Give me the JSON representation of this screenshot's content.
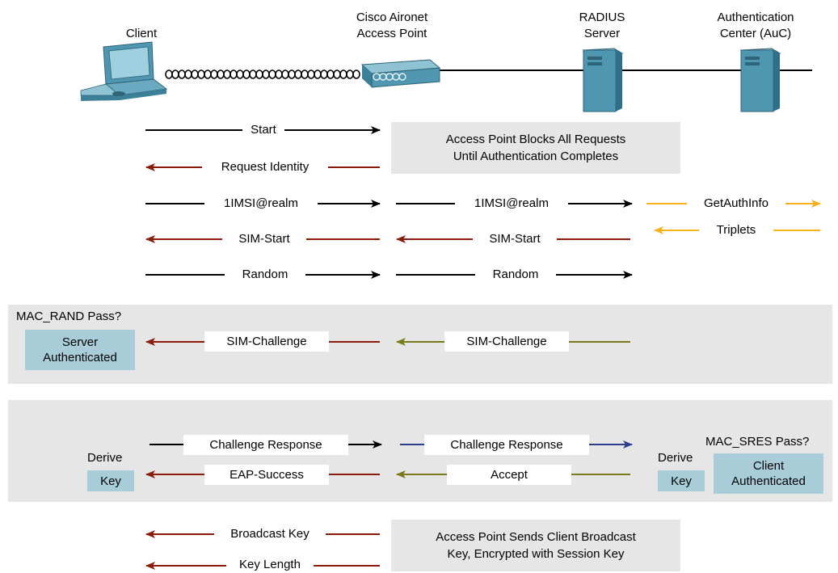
{
  "header": {
    "client": "Client",
    "ap_line1": "Cisco Aironet",
    "ap_line2": "Access Point",
    "radius_line1": "RADIUS",
    "radius_line2": "Server",
    "auc_line1": "Authentication",
    "auc_line2": "Center (AuC)"
  },
  "notes": {
    "block_line1": "Access Point Blocks All Requests",
    "block_line2": "Until Authentication Completes",
    "broadcast_line1": "Access Point Sends Client Broadcast",
    "broadcast_line2": "Key, Encrypted with Session Key"
  },
  "messages": {
    "start": "Start",
    "request_identity": "Request Identity",
    "imsi_client": "1IMSI@realm",
    "imsi_radius": "1IMSI@realm",
    "get_auth_info": "GetAuthInfo",
    "triplets": "Triplets",
    "sim_start_client": "SIM-Start",
    "sim_start_radius": "SIM-Start",
    "random_client": "Random",
    "random_radius": "Random",
    "sim_challenge_client": "SIM-Challenge",
    "sim_challenge_radius": "SIM-Challenge",
    "challenge_response_client": "Challenge Response",
    "challenge_response_radius": "Challenge Response",
    "eap_success": "EAP-Success",
    "accept": "Accept",
    "broadcast_key": "Broadcast Key",
    "key_length": "Key Length"
  },
  "checks": {
    "mac_rand": "MAC_RAND Pass?",
    "server_auth_line1": "Server",
    "server_auth_line2": "Authenticated",
    "derive_client": "Derive",
    "key_client": "Key",
    "derive_server": "Derive",
    "key_server": "Key",
    "mac_sres": "MAC_SRES Pass?",
    "client_auth_line1": "Client",
    "client_auth_line2": "Authenticated"
  },
  "colors": {
    "black": "#000000",
    "dark_red": "#8b1a0a",
    "olive": "#7a7a1a",
    "navy": "#2b3f8c",
    "orange": "#f5b21b",
    "panel_gray": "#e6e6e6",
    "box_blue": "#a9cdd8",
    "device_teal": "#4f96b0"
  }
}
